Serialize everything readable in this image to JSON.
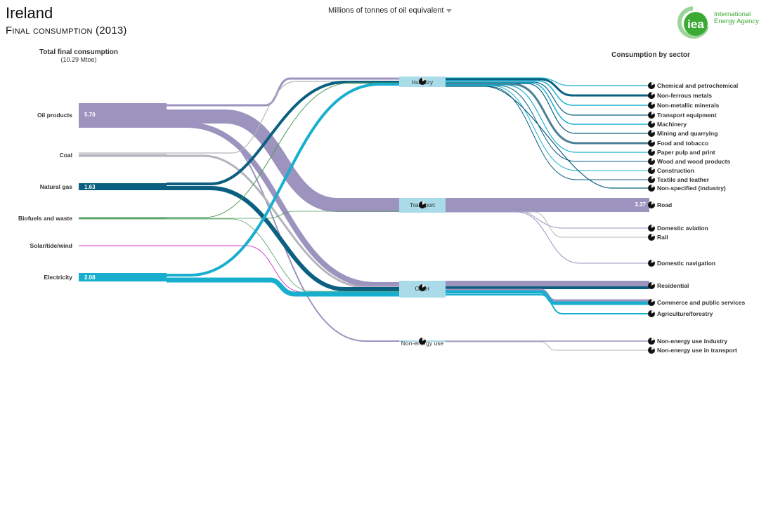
{
  "header": {
    "country": "Ireland",
    "subtitle": "Final consumption (2013)",
    "unit_selector": "Millions of tonnes of oil equivalent",
    "logo_text_line1": "International",
    "logo_text_line2": "Energy Agency",
    "logo_abbrev": "iea"
  },
  "colors": {
    "oil": "#9c93bf",
    "coal": "#b4b4bc",
    "gas": "#0b5f80",
    "bio": "#4e9a5c",
    "solar": "#d63acb",
    "elec": "#18afcf",
    "node": "#a9dbe9",
    "logo_green": "#3aaa35"
  },
  "sources_header": {
    "title": "Total final consumption",
    "total": "(10.29 Mtoe)"
  },
  "sectors_header": {
    "title": "Consumption by sector"
  },
  "sources": [
    {
      "id": "oil",
      "label": "Oil products",
      "value": 5.7,
      "value_label": "5.70"
    },
    {
      "id": "coal",
      "label": "Coal",
      "value": 0.29,
      "value_label": ""
    },
    {
      "id": "gas",
      "label": "Natural gas",
      "value": 1.63,
      "value_label": "1.63"
    },
    {
      "id": "bio",
      "label": "Biofuels and waste",
      "value": 0.15,
      "value_label": ""
    },
    {
      "id": "solar",
      "label": "Solar/tide/wind",
      "value": 0.05,
      "value_label": ""
    },
    {
      "id": "elec",
      "label": "Electricity",
      "value": 2.08,
      "value_label": "2.08"
    }
  ],
  "middle_nodes": [
    {
      "id": "industry",
      "label": "Industry"
    },
    {
      "id": "transport",
      "label": "Transport"
    },
    {
      "id": "other",
      "label": "Other"
    },
    {
      "id": "nonenergy",
      "label": "Non-energy use"
    }
  ],
  "sectors": [
    {
      "id": "chem",
      "label": "Chemical and petrochemical",
      "value_label": ""
    },
    {
      "id": "nonferrous",
      "label": "Non-ferrous metals",
      "value_label": ""
    },
    {
      "id": "nonmetallic",
      "label": "Non-metallic minerals",
      "value_label": ""
    },
    {
      "id": "transeq",
      "label": "Transport equipment",
      "value_label": ""
    },
    {
      "id": "machinery",
      "label": "Machinery",
      "value_label": ""
    },
    {
      "id": "mining",
      "label": "Mining and quarrying",
      "value_label": ""
    },
    {
      "id": "food",
      "label": "Food and tobacco",
      "value_label": ""
    },
    {
      "id": "paper",
      "label": "Paper pulp and print",
      "value_label": ""
    },
    {
      "id": "wood",
      "label": "Wood and wood products",
      "value_label": ""
    },
    {
      "id": "construction",
      "label": "Construction",
      "value_label": ""
    },
    {
      "id": "textile",
      "label": "Textile and leather",
      "value_label": ""
    },
    {
      "id": "nonspecified",
      "label": "Non-specified (industry)",
      "value_label": ""
    },
    {
      "id": "road",
      "label": "Road",
      "value_label": "3.37"
    },
    {
      "id": "aviation",
      "label": "Domestic aviation",
      "value_label": ""
    },
    {
      "id": "rail",
      "label": "Rail",
      "value_label": ""
    },
    {
      "id": "navigation",
      "label": "Domestic navigation",
      "value_label": ""
    },
    {
      "id": "residential",
      "label": "Residential",
      "value_label": ""
    },
    {
      "id": "commerce",
      "label": "Commerce and public services",
      "value_label": ""
    },
    {
      "id": "agri",
      "label": "Agriculture/forestry",
      "value_label": ""
    },
    {
      "id": "neu_ind",
      "label": "Non-energy use industry",
      "value_label": ""
    },
    {
      "id": "neu_trans",
      "label": "Non-energy use in transport",
      "value_label": ""
    }
  ]
}
